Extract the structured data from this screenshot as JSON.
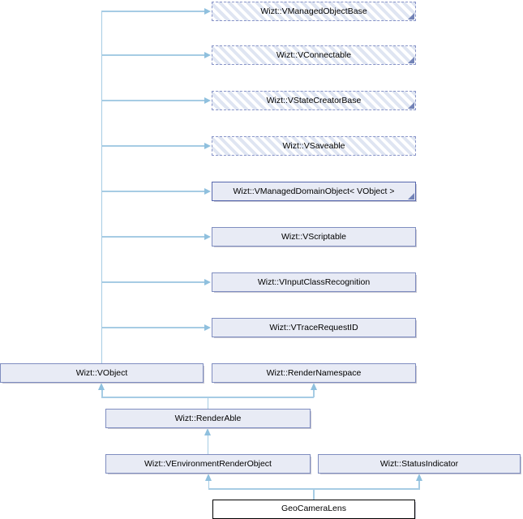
{
  "diagram": {
    "kind": "class-inheritance-graph",
    "focus_class": "GeoCameraLens",
    "colors": {
      "background": "#ffffff",
      "node_fill": "#e8ebf5",
      "node_border": "#7f8dc0",
      "node_border_dark": "#5767ad",
      "hatch_stripe": "#dfe5f2",
      "dashed_border": "#8894c8",
      "truncation_marker": "#7383b7",
      "edge_line": "#a6cce4",
      "edge_arrow": "#8fc0de",
      "focus_border": "#000000",
      "text": "#000000",
      "shadow": "#c6c6d2"
    },
    "nodes": [
      {
        "label": "Wizt::VManagedObjectBase",
        "style": "hatched",
        "truncated": true
      },
      {
        "label": "Wizt::VConnectable",
        "style": "hatched",
        "truncated": true
      },
      {
        "label": "Wizt::VStateCreatorBase",
        "style": "hatched",
        "truncated": true
      },
      {
        "label": "Wizt::VSaveable",
        "style": "hatched",
        "truncated": false
      },
      {
        "label": "Wizt::VManagedDomainObject< VObject >",
        "style": "solid",
        "truncated": true
      },
      {
        "label": "Wizt::VScriptable",
        "style": "solid",
        "truncated": false
      },
      {
        "label": "Wizt::VInputClassRecognition",
        "style": "solid",
        "truncated": false
      },
      {
        "label": "Wizt::VTraceRequestID",
        "style": "solid",
        "truncated": false
      },
      {
        "label": "Wizt::VObject",
        "style": "solid",
        "truncated": false
      },
      {
        "label": "Wizt::RenderNamespace",
        "style": "solid",
        "truncated": false
      },
      {
        "label": "Wizt::RenderAble",
        "style": "solid",
        "truncated": false
      },
      {
        "label": "Wizt::VEnvironmentRenderObject",
        "style": "solid",
        "truncated": false
      },
      {
        "label": "Wizt::StatusIndicator",
        "style": "solid",
        "truncated": false
      },
      {
        "label": "GeoCameraLens",
        "style": "focus",
        "truncated": false
      }
    ],
    "edges": [
      {
        "from": "Wizt::VObject",
        "to": "Wizt::VManagedObjectBase"
      },
      {
        "from": "Wizt::VObject",
        "to": "Wizt::VConnectable"
      },
      {
        "from": "Wizt::VObject",
        "to": "Wizt::VStateCreatorBase"
      },
      {
        "from": "Wizt::VObject",
        "to": "Wizt::VSaveable"
      },
      {
        "from": "Wizt::VObject",
        "to": "Wizt::VManagedDomainObject< VObject >"
      },
      {
        "from": "Wizt::VObject",
        "to": "Wizt::VScriptable"
      },
      {
        "from": "Wizt::VObject",
        "to": "Wizt::VInputClassRecognition"
      },
      {
        "from": "Wizt::VObject",
        "to": "Wizt::VTraceRequestID"
      },
      {
        "from": "Wizt::RenderAble",
        "to": "Wizt::VObject"
      },
      {
        "from": "Wizt::RenderAble",
        "to": "Wizt::RenderNamespace"
      },
      {
        "from": "Wizt::VEnvironmentRenderObject",
        "to": "Wizt::RenderAble"
      },
      {
        "from": "GeoCameraLens",
        "to": "Wizt::VEnvironmentRenderObject"
      },
      {
        "from": "GeoCameraLens",
        "to": "Wizt::StatusIndicator"
      }
    ]
  }
}
